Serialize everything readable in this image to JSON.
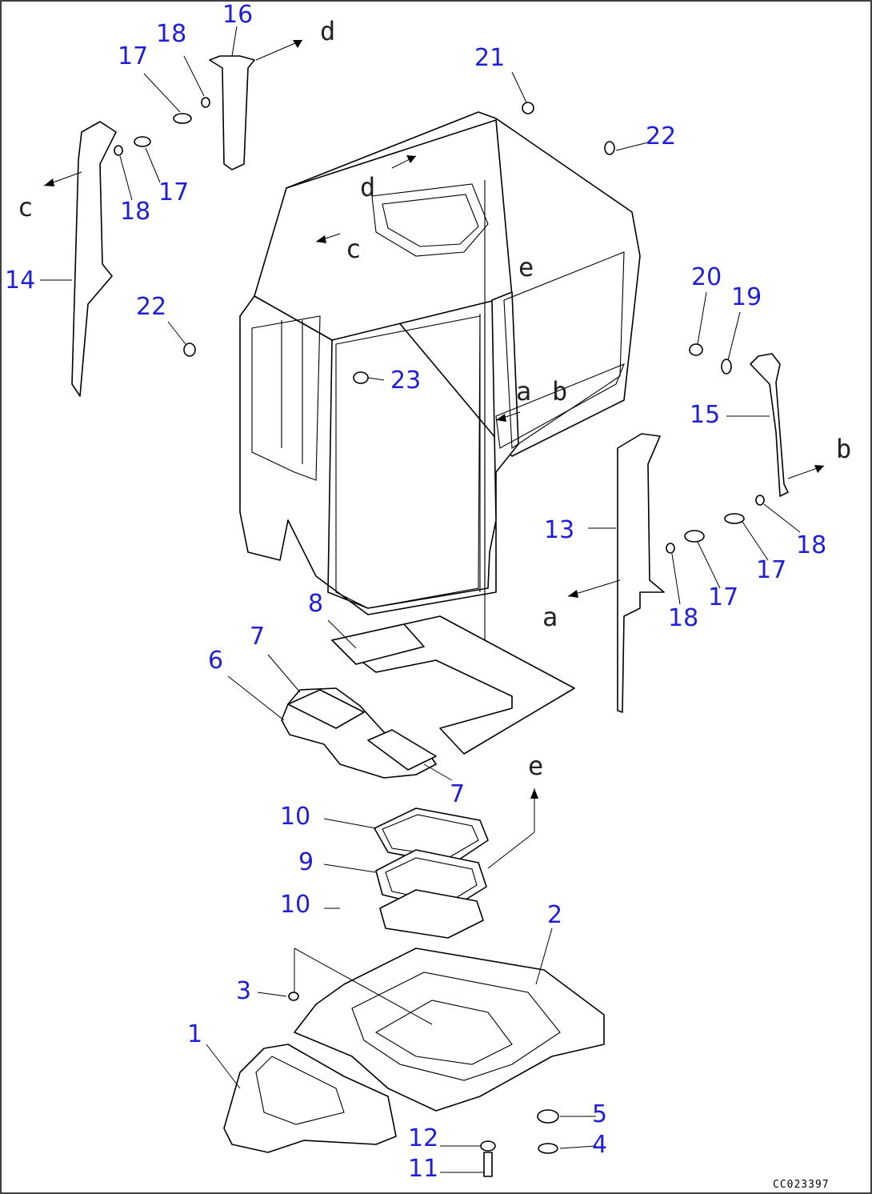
{
  "diagram": {
    "drawing_code": "CC023397",
    "callouts": [
      {
        "id": "c16",
        "label": "16"
      },
      {
        "id": "c18a",
        "label": "18"
      },
      {
        "id": "c17a",
        "label": "17"
      },
      {
        "id": "c17b",
        "label": "17"
      },
      {
        "id": "c18b",
        "label": "18"
      },
      {
        "id": "c14",
        "label": "14"
      },
      {
        "id": "c21",
        "label": "21"
      },
      {
        "id": "c22a",
        "label": "22"
      },
      {
        "id": "c22b",
        "label": "22"
      },
      {
        "id": "c23",
        "label": "23"
      },
      {
        "id": "c20",
        "label": "20"
      },
      {
        "id": "c19",
        "label": "19"
      },
      {
        "id": "c15",
        "label": "15"
      },
      {
        "id": "c13",
        "label": "13"
      },
      {
        "id": "c18c",
        "label": "18"
      },
      {
        "id": "c17c",
        "label": "17"
      },
      {
        "id": "c17d",
        "label": "17"
      },
      {
        "id": "c18d",
        "label": "18"
      },
      {
        "id": "c8",
        "label": "8"
      },
      {
        "id": "c7a",
        "label": "7"
      },
      {
        "id": "c6",
        "label": "6"
      },
      {
        "id": "c7b",
        "label": "7"
      },
      {
        "id": "c10a",
        "label": "10"
      },
      {
        "id": "c9",
        "label": "9"
      },
      {
        "id": "c10b",
        "label": "10"
      },
      {
        "id": "c2",
        "label": "2"
      },
      {
        "id": "c3",
        "label": "3"
      },
      {
        "id": "c1",
        "label": "1"
      },
      {
        "id": "c5",
        "label": "5"
      },
      {
        "id": "c4",
        "label": "4"
      },
      {
        "id": "c12",
        "label": "12"
      },
      {
        "id": "c11",
        "label": "11"
      }
    ],
    "reference_letters": [
      {
        "id": "r_d1",
        "label": "d"
      },
      {
        "id": "r_c1",
        "label": "c"
      },
      {
        "id": "r_d2",
        "label": "d"
      },
      {
        "id": "r_c2",
        "label": "c"
      },
      {
        "id": "r_e1",
        "label": "e"
      },
      {
        "id": "r_a1",
        "label": "a"
      },
      {
        "id": "r_b1",
        "label": "b"
      },
      {
        "id": "r_b2",
        "label": "b"
      },
      {
        "id": "r_a2",
        "label": "a"
      },
      {
        "id": "r_e2",
        "label": "e"
      }
    ]
  }
}
